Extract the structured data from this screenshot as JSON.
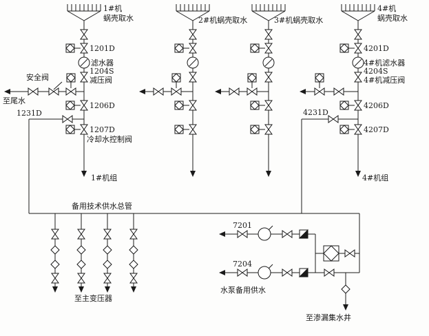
{
  "diagram": {
    "colors": {
      "line": "#1a1a1a",
      "background": "#fdfdfc"
    },
    "unit1": {
      "intake_line1": "1#机",
      "intake_line2": "蜗壳取水",
      "valve_top": "1201D",
      "filter": "滤水器",
      "valve_reducer_id": "1204S",
      "valve_reducer_name": "减压阀",
      "safety_valve": "安全阀",
      "to_tailwater": "至尾水",
      "valve_mid": "1206D",
      "valve_branch": "1231D",
      "valve_bottom": "1207D",
      "valve_bottom_name": "冷却水控制阀",
      "outlet": "1#机组"
    },
    "unit2": {
      "intake": "2#机蜗壳取水"
    },
    "unit3": {
      "intake": "3#机蜗壳取水"
    },
    "unit4": {
      "intake_line1": "4#机",
      "intake_line2": "蜗壳取水",
      "valve_top": "4201D",
      "filter": "4#机滤水器",
      "valve_reducer_id": "4204S",
      "valve_reducer_name": "4#机减压阀",
      "valve_mid": "4206D",
      "valve_branch": "4231D",
      "valve_bottom": "4207D",
      "outlet": "4#机组"
    },
    "backup_main_label": "备用技术供水总管",
    "transformer_outlet": "至主变压器",
    "pump_section": {
      "pump1_id": "7201",
      "pump2_id": "7204",
      "label": "水泵备用供水"
    },
    "drain_outlet": "至渗漏集水井"
  }
}
